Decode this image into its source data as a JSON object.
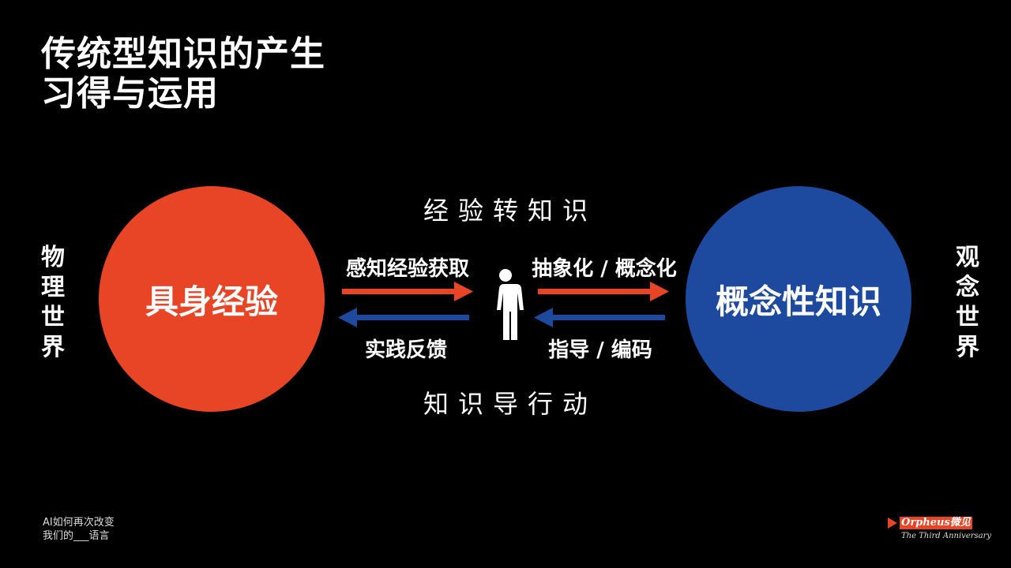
{
  "title": {
    "line1": "传统型知识的产生",
    "line2": "习得与运用"
  },
  "left_circle": {
    "label": "具身经验",
    "color": "#E84526"
  },
  "right_circle": {
    "label": "概念性知识",
    "color": "#1D4A9E"
  },
  "top_caption": "经验转知识",
  "bottom_caption": "知识导行动",
  "left_side": "物理世界",
  "right_side": "观念世界",
  "arrows": {
    "left_top": "感知经验获取",
    "left_bottom": "实践反馈",
    "right_top": "抽象化 / 概念化",
    "right_bottom": "指导 / 编码",
    "forward_color": "#E84526",
    "back_color": "#1D4A9E"
  },
  "footer": {
    "line1": "AI如何再次改变",
    "line2": "我们的___语言"
  },
  "logo": {
    "name": "Orpheus微见",
    "subtitle": "The Third Anniversary"
  }
}
